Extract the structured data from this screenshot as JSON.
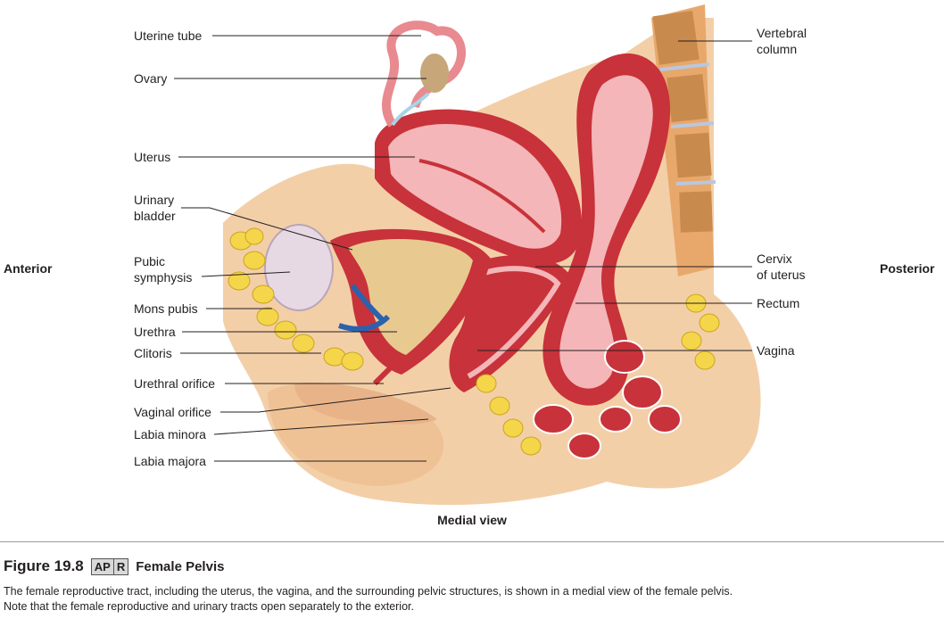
{
  "labels_left": [
    "Uterine tube",
    "Ovary",
    "Uterus",
    "Urinary\nbladder",
    "Pubic\nsymphysis",
    "Mons pubis",
    "Urethra",
    "Clitoris",
    "Urethral orifice",
    "Vaginal orifice",
    "Labia minora",
    "Labia majora"
  ],
  "labels_right": [
    "Vertebral\ncolumn",
    "Cervix\nof uterus",
    "Rectum",
    "Vagina"
  ],
  "orientation": {
    "anterior": "Anterior",
    "posterior": "Posterior"
  },
  "view_label": "Medial view",
  "figure": {
    "number": "Figure 19.8",
    "badge_left": "AP",
    "badge_right": "R",
    "title": "Female Pelvis",
    "caption_line1": "The female reproductive tract, including the uterus, the vagina, and the surrounding pelvic structures, is shown in a medial view of the female pelvis.",
    "caption_line2": "Note that the female reproductive and urinary tracts open separately to the exterior."
  },
  "colors": {
    "skin": "#f2c9a0",
    "muscle": "#c8323a",
    "mucosa": "#f4b6b8",
    "fat": "#f5d54a",
    "bone": "#e9a86a",
    "bladder": "#e7d9e4"
  }
}
